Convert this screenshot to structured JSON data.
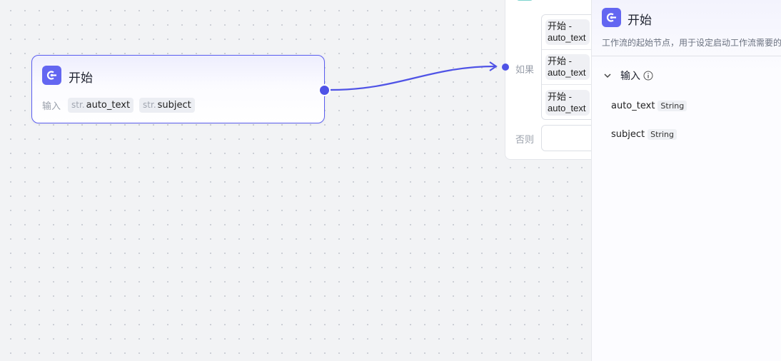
{
  "start_node": {
    "title": "开始",
    "input_label": "输入",
    "inputs": [
      {
        "type": "str.",
        "name": "auto_text"
      },
      {
        "type": "str.",
        "name": "subject"
      }
    ]
  },
  "condition_node": {
    "if_label": "如果",
    "else_label": "否则",
    "conditions": [
      "开始 - auto_text",
      "开始 - auto_text",
      "开始 - auto_text"
    ]
  },
  "panel": {
    "title": "开始",
    "description": "工作流的起始节点，用于设定启动工作流需要的信息",
    "section_label": "输入",
    "variables": [
      {
        "name": "auto_text",
        "type": "String"
      },
      {
        "name": "subject",
        "type": "String"
      }
    ]
  },
  "colors": {
    "accent": "#6366f1",
    "edge": "#4f53e6"
  }
}
